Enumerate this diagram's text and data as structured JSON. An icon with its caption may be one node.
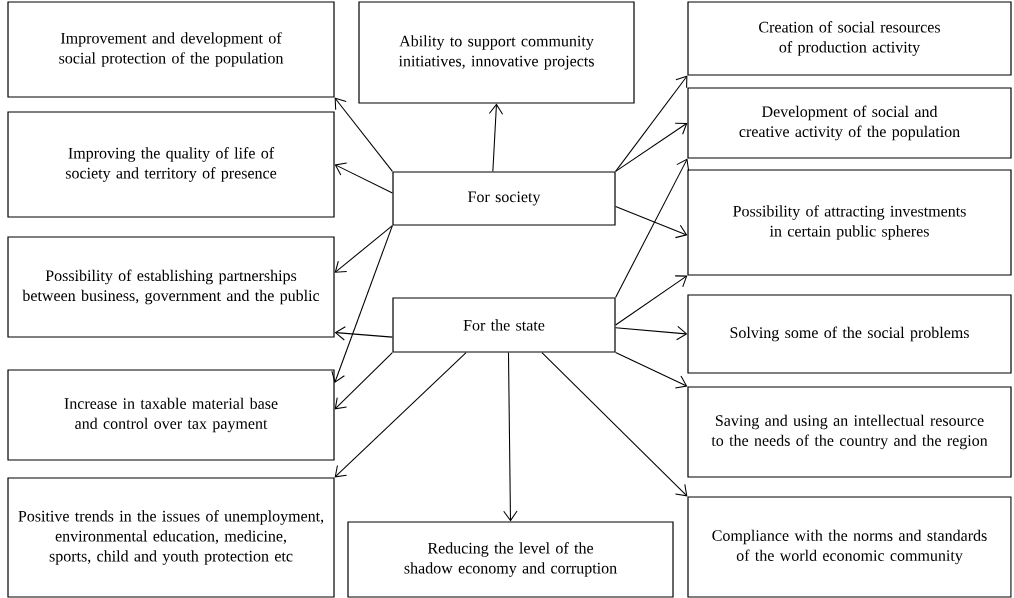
{
  "diagram": {
    "nodes": [
      {
        "text": [
          "Improvement and development of social protection of the population"
        ]
      },
      {
        "text": [
          "Ability to support community initiatives, innovative projects"
        ]
      },
      {
        "text": [
          "Creation of social resources of production activity"
        ]
      },
      {
        "text": [
          "Development of social and creative activity of the population"
        ]
      },
      {
        "text": [
          "Improving the quality of life of society and territory of presence"
        ]
      },
      {
        "text": [
          "For society"
        ]
      },
      {
        "text": [
          "Possibility of attracting investments in certain public spheres"
        ]
      },
      {
        "text": [
          "Possibility of establishing partnerships between business, government and the public"
        ]
      },
      {
        "text": [
          "For the state"
        ]
      },
      {
        "text": [
          "Solving some of the social problems"
        ]
      },
      {
        "text": [
          "Increase in taxable material base and control over tax payment"
        ]
      },
      {
        "text": [
          "Saving and using an intellectual resource to the needs of the country and the region"
        ]
      },
      {
        "text": [
          "Positive trends in the issues of unemployment, environmental education, medicine, sports, child and youth protection etc"
        ]
      },
      {
        "text": [
          "Reducing the level of the shadow economy and corruption"
        ]
      },
      {
        "text": [
          "Compliance with the norms and standards of the world economic community"
        ]
      }
    ],
    "edges": [
      {
        "from": 5,
        "to": 0,
        "arrow": "to"
      },
      {
        "from": 5,
        "to": 1,
        "arrow": "to"
      },
      {
        "from": 5,
        "to": 4,
        "arrow": "to"
      },
      {
        "from": 5,
        "to": 7,
        "arrow": "to"
      },
      {
        "from": 5,
        "to": 10,
        "arrow": "to"
      },
      {
        "from": 5,
        "to": 2,
        "arrow": "to"
      },
      {
        "from": 5,
        "to": 3,
        "arrow": "to"
      },
      {
        "from": 5,
        "to": 6,
        "arrow": "to"
      },
      {
        "from": 8,
        "to": 3,
        "arrow": "to"
      },
      {
        "from": 8,
        "to": 6,
        "arrow": "to"
      },
      {
        "from": 8,
        "to": 9,
        "arrow": "to"
      },
      {
        "from": 8,
        "to": 11,
        "arrow": "to"
      },
      {
        "from": 8,
        "to": 14,
        "arrow": "to"
      },
      {
        "from": 8,
        "to": 13,
        "arrow": "to"
      },
      {
        "from": 8,
        "to": 12,
        "arrow": "to"
      },
      {
        "from": 8,
        "to": 10,
        "arrow": "to"
      },
      {
        "from": 8,
        "to": 7,
        "arrow": "to"
      }
    ]
  }
}
